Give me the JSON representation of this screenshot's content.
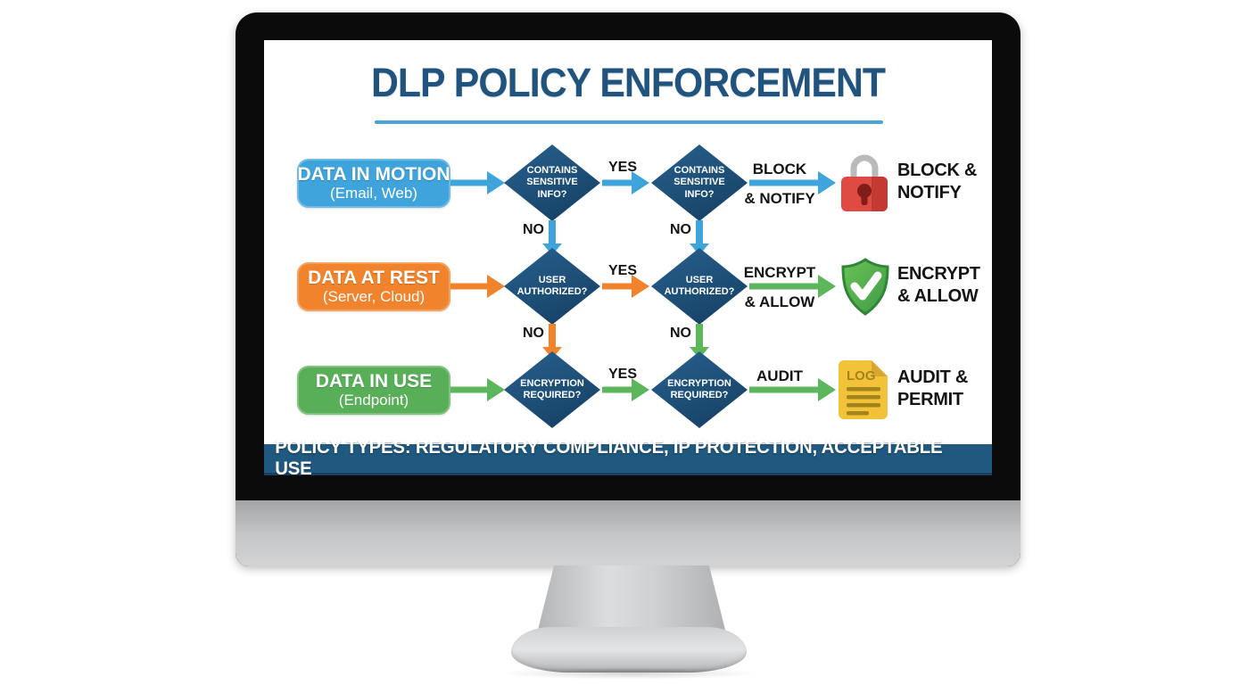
{
  "title": "DLP POLICY ENFORCEMENT",
  "colors": {
    "title_navy": "#20537d",
    "underline_blue": "#4aa5d6",
    "diamond_navy": "#1d4e76",
    "footer_bg": "#20597f",
    "blue": "#3fa3dc",
    "orange": "#f0832b",
    "green": "#5cb75c"
  },
  "rows": [
    {
      "source_line1": "DATA IN MOTION",
      "source_line2": "(Email, Web)",
      "source_color": "#3fa3dc",
      "decision": "CONTAINS\nSENSITIVE\nINFO?",
      "yes_label": "YES",
      "no_label": "NO",
      "arrow_color": "#3fa3dc",
      "result_arrow_color": "#3fa3dc",
      "no1_color": "#3fa3dc",
      "no2_color": "#3fa3dc",
      "action_line1": "BLOCK",
      "action_line2": "& NOTIFY",
      "icon": "lock",
      "result": "BLOCK &\nNOTIFY"
    },
    {
      "source_line1": "DATA AT REST",
      "source_line2": "(Server, Cloud)",
      "source_color": "#f0832b",
      "decision": "USER\nAUTHORIZED?",
      "yes_label": "YES",
      "no_label": "NO",
      "arrow_color": "#f0832b",
      "result_arrow_color": "#5cb75c",
      "no1_color": "#f0832b",
      "no2_color": "#5cb75c",
      "action_line1": "ENCRYPT",
      "action_line2": "& ALLOW",
      "icon": "shield",
      "result": "ENCRYPT\n& ALLOW"
    },
    {
      "source_line1": "DATA IN USE",
      "source_line2": "(Endpoint)",
      "source_color": "#58af58",
      "decision": "ENCRYPTION\nREQUIRED?",
      "yes_label": "YES",
      "arrow_color": "#5cb75c",
      "result_arrow_color": "#5cb75c",
      "action_line1": "AUDIT",
      "action_line2": "",
      "icon": "log",
      "icon_text": "LOG",
      "result": "AUDIT &\nPERMIT"
    }
  ],
  "footer": "POLICY TYPES: REGULATORY COMPLIANCE, IP PROTECTION, ACCEPTABLE USE"
}
